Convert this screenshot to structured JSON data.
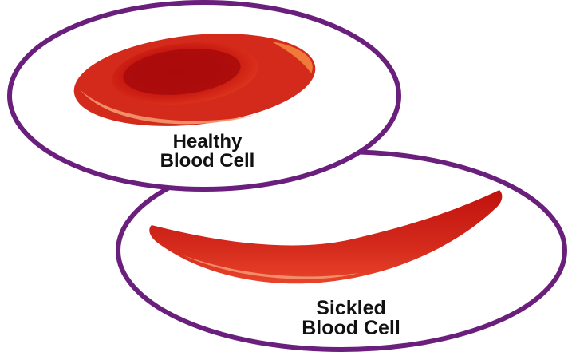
{
  "healthy": {
    "label_line1": "Healthy",
    "label_line2": "Blood Cell"
  },
  "sickled": {
    "label_line1": "Sickled",
    "label_line2": "Blood Cell"
  },
  "colors": {
    "ring": "#6b1f7c",
    "cell_outer": "#d42a1c",
    "cell_inner": "#a80b0b",
    "cell_highlight": "#f07a3a",
    "background": "#ffffff"
  }
}
